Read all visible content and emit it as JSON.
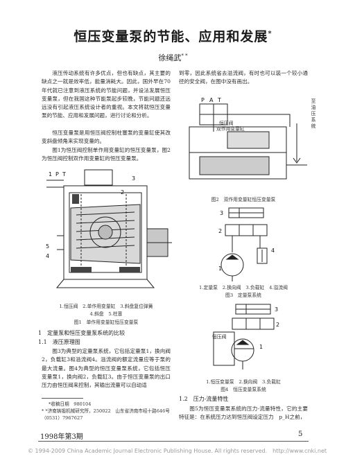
{
  "article": {
    "title": "恒压变量泵的节能、应用和发展",
    "title_mark": "*",
    "author": "徐绳武",
    "author_mark": "* *"
  },
  "left_col": {
    "para1": "液压传动系统有许多优点，但也有缺点，其主要的缺点之一就是效率低，能量消耗大。因此，国外早在70年代就已注意到液压系统的节能问题，并设法发展恒压变量泵，但在我国这种节能泵起步较晚，节能问题还远远没有引起液压系统设计者的重视。本文将就恒压变量泵的节能、应用和发展问题，进行讨论和分析。",
    "para2": "恒压变量泵是用恒压阀控制柱塞泵的变量缸使其改变斜盘倾角来实现变量的。",
    "para3": "图1为恒压阀控制单作用变量缸的恒压变量泵，图2为恒压阀控制双作用变量缸的恒压变量泵。",
    "fig1_caption_items": "1.恒压阀　2.单作用变量缸　3.斜盘复位弹簧",
    "fig1_caption_items2": "4.斜盘　5.柱塞",
    "fig1_caption": "图1　单作用变量缸恒压变量泵",
    "sec1": "1　定量泵和恒压变量泵系统的比较",
    "sec1_1": "1.1　液压原理图",
    "para4": "图3为典型的定量泵系统，它包括定量泵1，换向阀2，负载缸3和溢流阀4。溢流阀的额定流量应等于泵的最大流量。图4为典型的恒压变量泵系统，它包括恒压变量泵1，换向阀2，负载缸3。由于恒压变量泵的出口压力由恒压阀来控制，其输出流量可以自动适",
    "footnote1": "*收稿日期　980104",
    "footnote2": "* *济南铸锻机械研究所，250022　山东省济南市经十路646号　（0531）7967627"
  },
  "right_col": {
    "para_top": "到零，因此系统省去溢流阀，有时也可以装一个较小通径的安全阀，在图中没有画出。",
    "fig2_labels": {
      "valve": "恒压阀",
      "cylinder": "双作用变量缸",
      "side": "至油压系统"
    },
    "fig2_caption": "图2　双作用变量缸恒压变量泵",
    "fig3_caption_items": "1.定量泵　2.换向阀　3.负载缸　4.溢流阀",
    "fig3_caption": "图3　定量泵系统",
    "fig4_labels": {
      "valve": "恒压阀"
    },
    "fig4_caption_items": "1.恒压变量泵　2.换向阀　3.负载缸",
    "fig4_caption": "图4　恒压变量泵系统",
    "sec1_2": "1.2　压力-流量特性",
    "para_bottom": "图5为恒压变量泵系统的压力-流量特性，它的主要特征是：在系统压力达到恒压阀设定压力　p_H之前，"
  },
  "footer": {
    "issue": "1998年第3期",
    "page": "5",
    "watermark": "© 1994-2009 China Academic Journal Electronic Publishing House. All rights reserved.　http://www.cnki.net"
  }
}
